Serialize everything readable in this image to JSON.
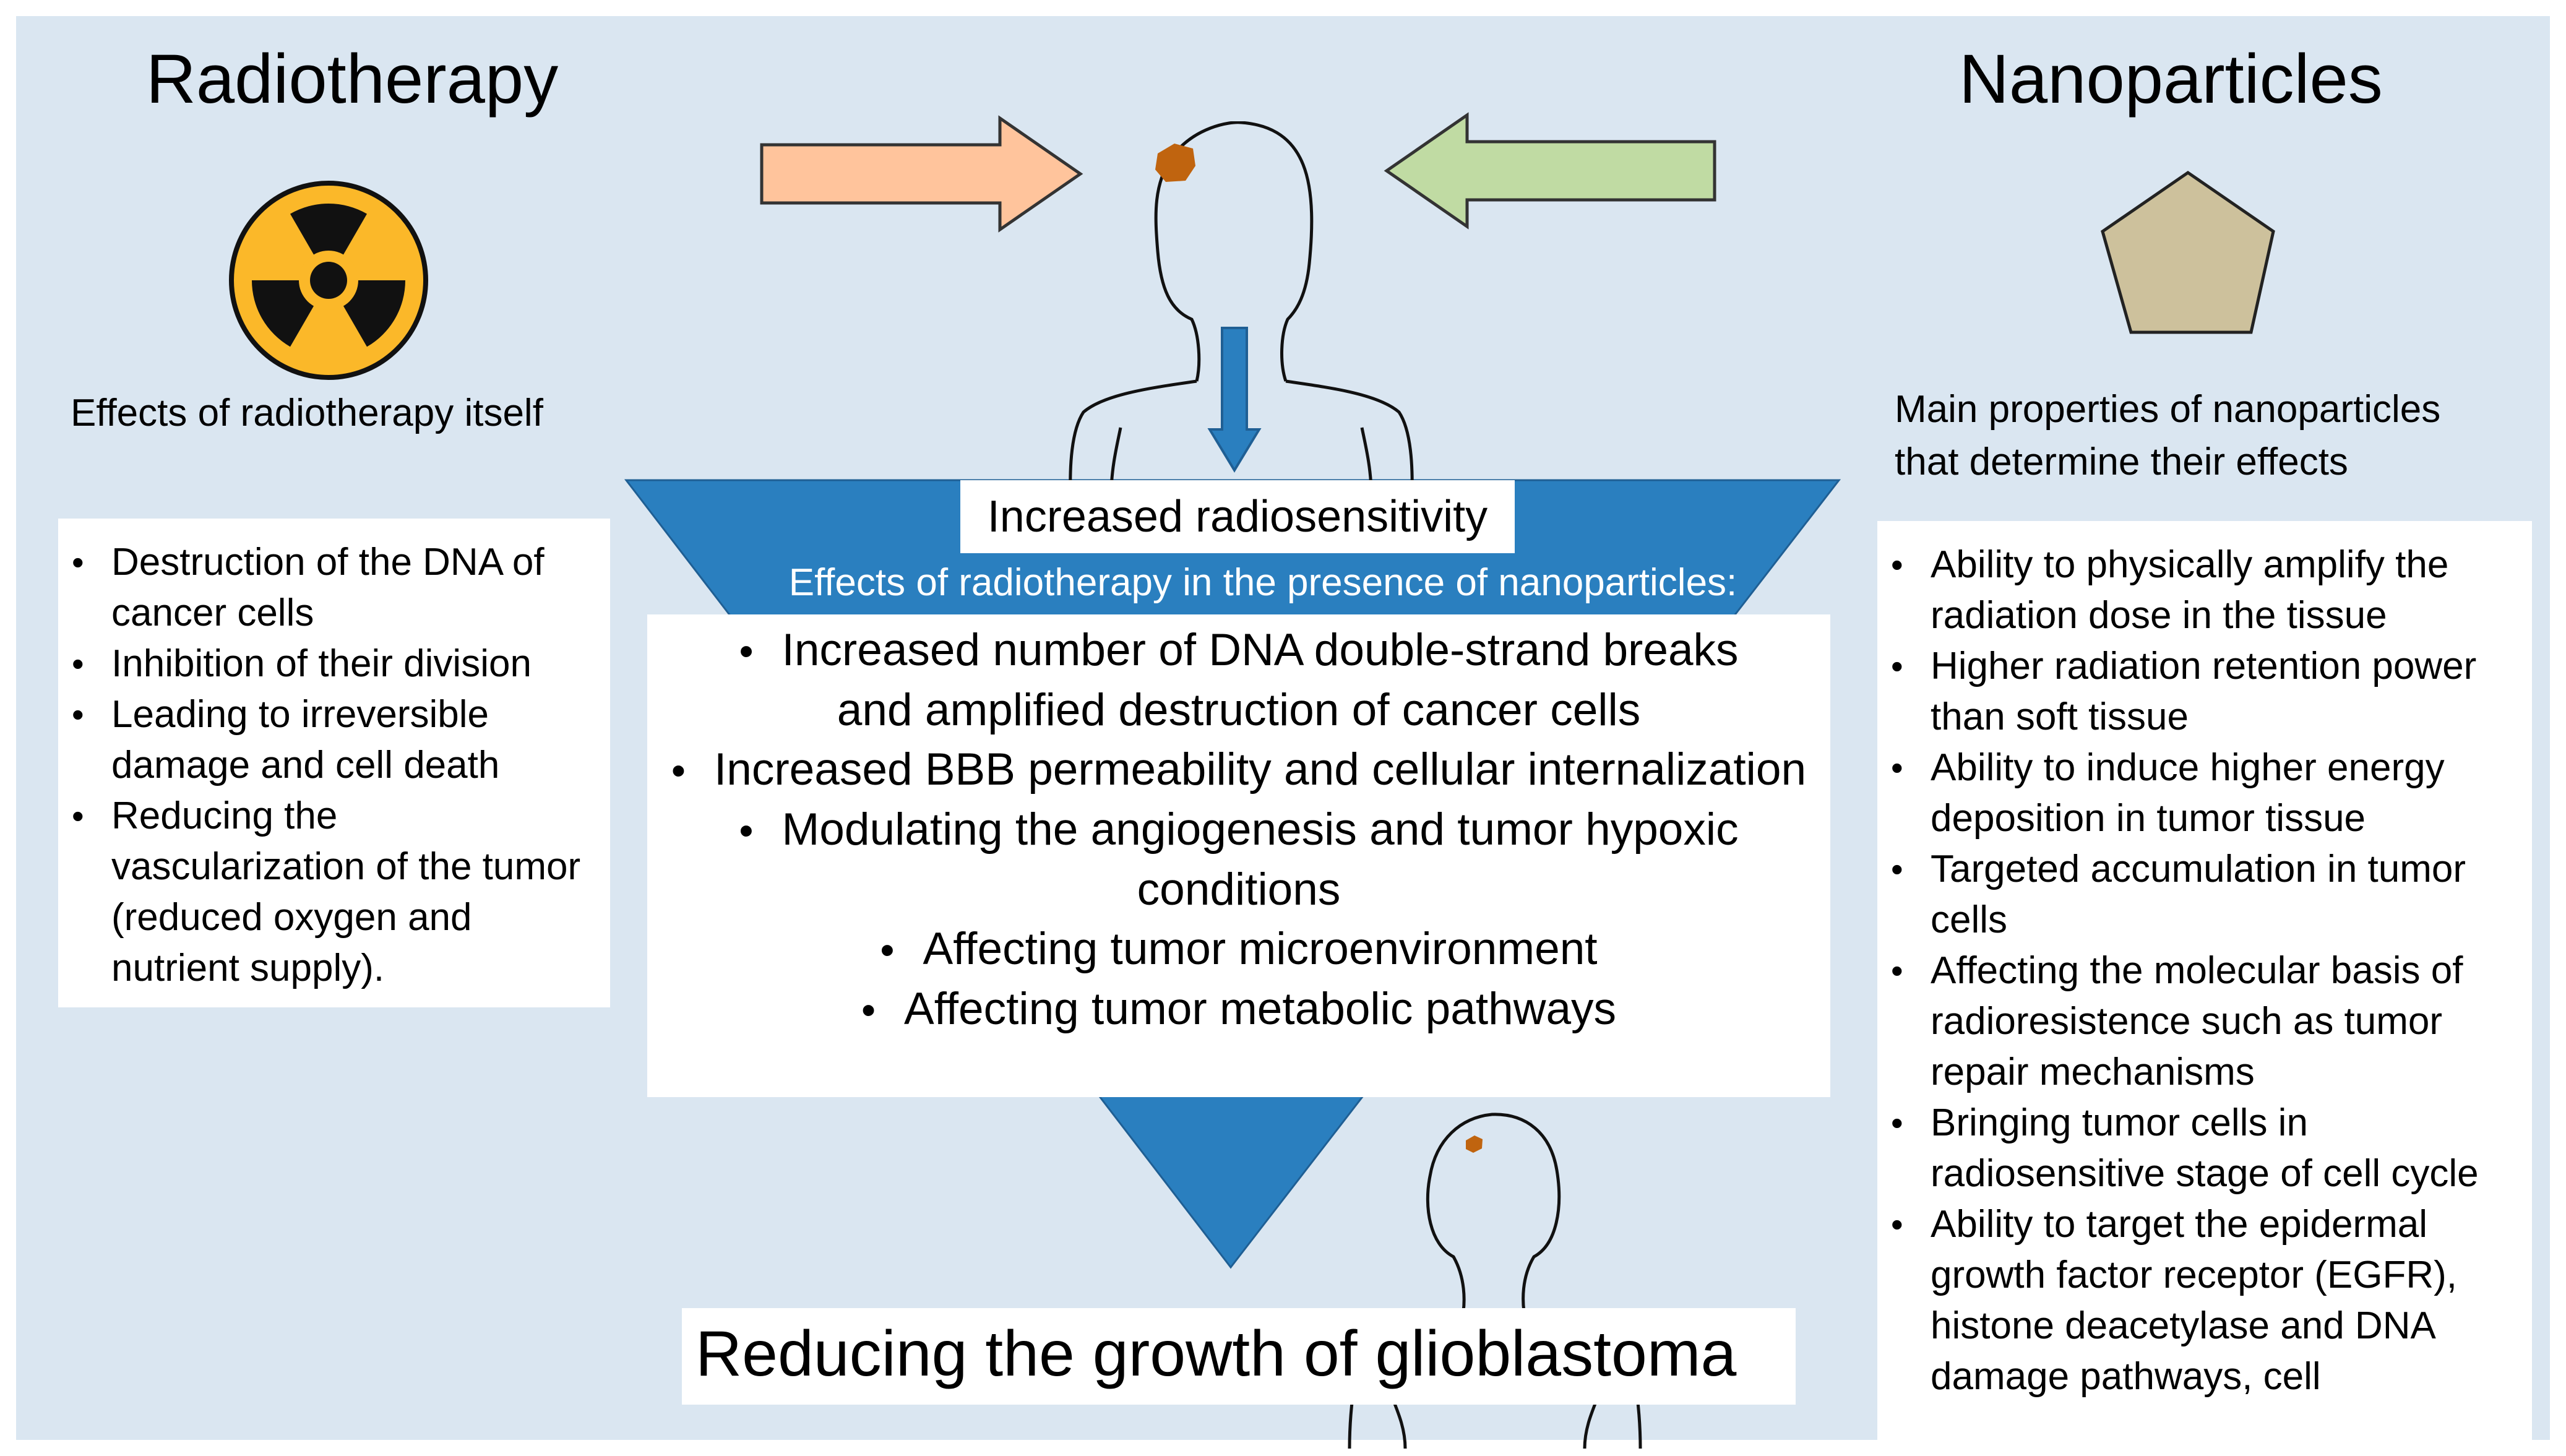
{
  "left": {
    "title": "Radiotherapy",
    "icon": "radiation-hazard-icon",
    "caption": "Effects of radiotherapy itself",
    "items": [
      "Destruction of the DNA of cancer cells",
      "Inhibition of their division",
      "Leading to irreversible damage and cell death",
      "Reducing the vascularization of the tumor (reduced oxygen and nutrient supply)."
    ]
  },
  "right": {
    "title": "Nanoparticles",
    "icon": "pentagon-nanoparticle-icon",
    "caption": "Main properties of nanoparticles that determine their effects",
    "items": [
      "Ability to physically amplify the radiation dose in the tissue",
      "Higher radiation retention power than soft tissue",
      "Ability to induce higher energy deposition in tumor tissue",
      "Targeted accumulation in tumor cells",
      "Affecting the molecular basis of radioresistence such as tumor repair mechanisms",
      "Bringing tumor cells in radiosensitive stage of cell cycle",
      "Ability to target the epidermal growth factor receptor (EGFR), histone deacetylase and DNA damage pathways, cell"
    ]
  },
  "center": {
    "label": "Increased radiosensitivity",
    "subtitle": "Effects of radiotherapy in the presence of nanoparticles:",
    "items": [
      "Increased number of DNA double-strand breaks and amplified destruction of cancer cells",
      "Increased BBB permeability and cellular internalization",
      "Modulating the angiogenesis and tumor hypoxic conditions",
      "Affecting tumor microenvironment",
      "Affecting tumor metabolic pathways"
    ],
    "result": "Reducing the growth of glioblastoma"
  },
  "colors": {
    "background": "#dae6f1",
    "funnel": "#2a7fbf",
    "arrow_left": "#ffc49c",
    "arrow_right": "#c0dba3",
    "arrow_down": "#2a7fbf",
    "tumor": "#c0640f",
    "radiation_yellow": "#fbb829",
    "nanoparticle": "#cdc19c"
  }
}
